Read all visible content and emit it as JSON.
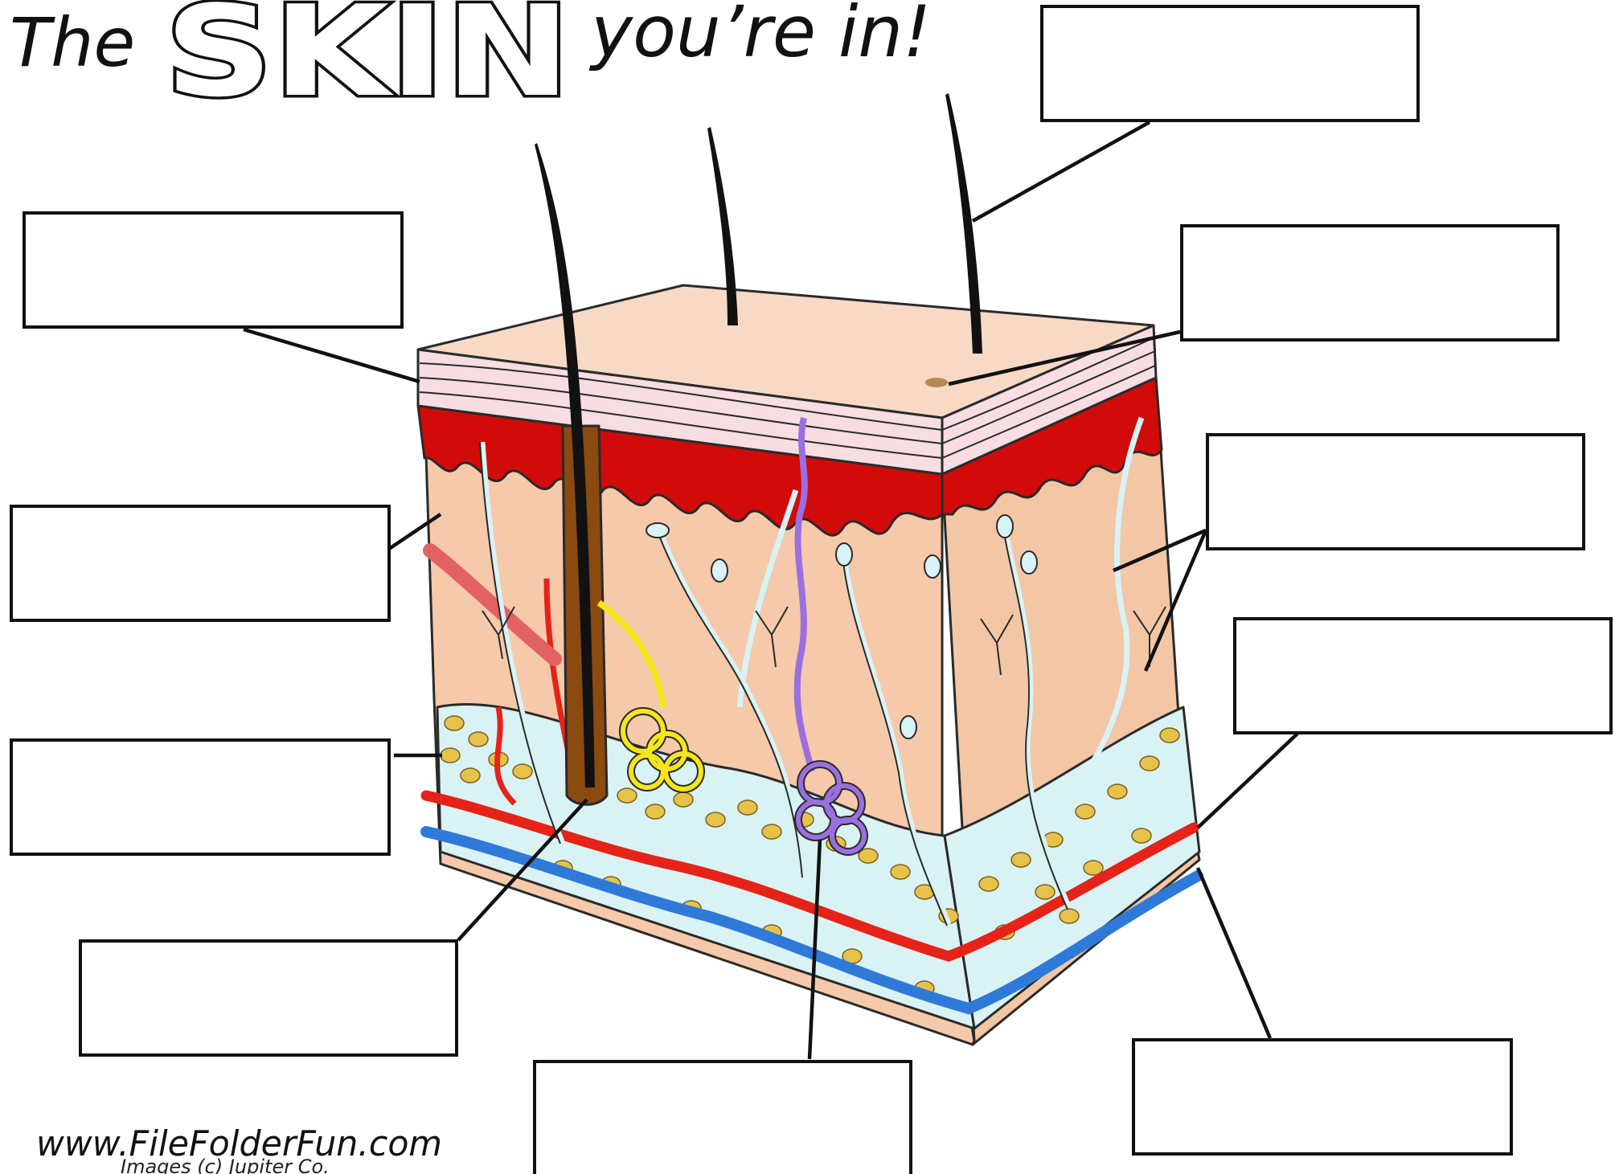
{
  "title": {
    "prefix": "The",
    "emphasis": "SKIN",
    "suffix": "you’re in!"
  },
  "footer": {
    "website": "www.FileFolderFun.com",
    "credit": "Images (c) Jupiter Co."
  },
  "label_boxes": [
    {
      "text": ""
    },
    {
      "text": ""
    },
    {
      "text": ""
    },
    {
      "text": ""
    },
    {
      "text": ""
    },
    {
      "text": ""
    },
    {
      "text": ""
    },
    {
      "text": ""
    },
    {
      "text": ""
    },
    {
      "text": ""
    },
    {
      "text": ""
    }
  ],
  "colors": {
    "skin_surface": "#f7d9c6",
    "epidermis_lines": "#f8dde3",
    "dermis": "#f5c9aa",
    "papillae_red": "#d10a0a",
    "fat": "#e7c24a",
    "fat_background": "#d9f2f4",
    "artery": "#e52318",
    "vein": "#2f7ad9",
    "hair": "#111111",
    "follicle": "#8a4a10",
    "oil_gland": "#f4e51c",
    "sweat_gland": "#9b6fe0",
    "nerve": "#d8f3f5",
    "pore": "#b58a52"
  }
}
